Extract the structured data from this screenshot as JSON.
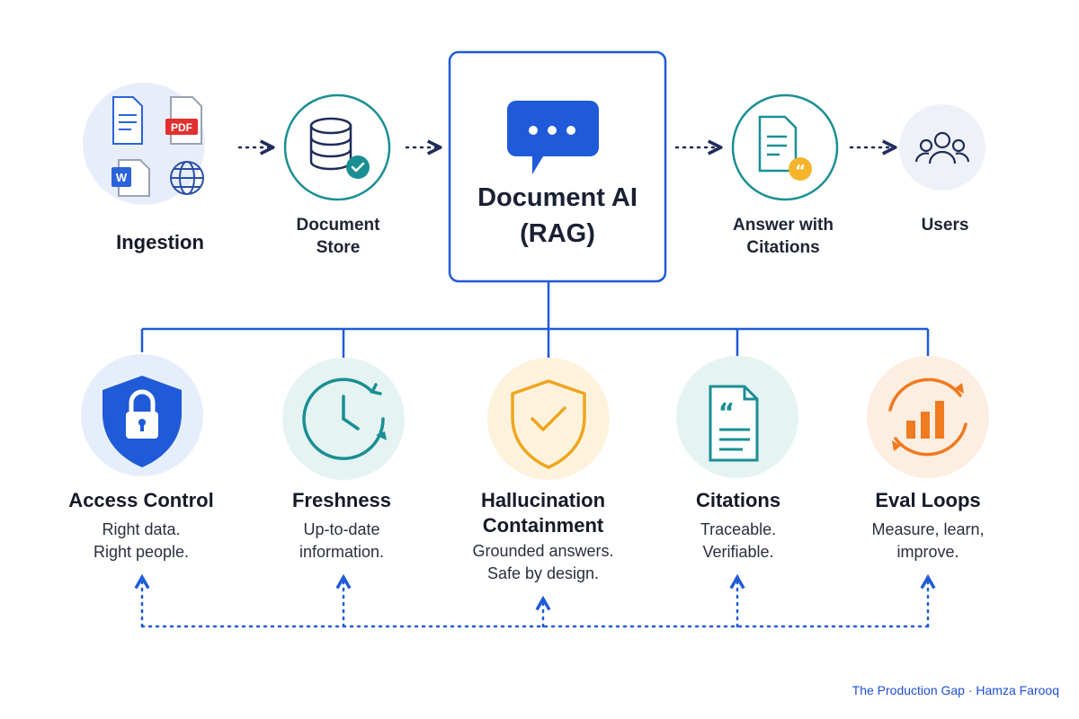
{
  "pipeline": {
    "ingestion": {
      "label": "Ingestion",
      "pdf_badge": "PDF",
      "word_badge": "W"
    },
    "document_store": {
      "label_line1": "Document",
      "label_line2": "Store"
    },
    "core": {
      "title_line1": "Document AI",
      "title_line2": "(RAG)"
    },
    "answer": {
      "label_line1": "Answer with",
      "label_line2": "Citations"
    },
    "users": {
      "label": "Users"
    }
  },
  "pillars": [
    {
      "title": "Access Control",
      "line1": "Right data.",
      "line2": "Right people.",
      "icon": "shield-lock-icon"
    },
    {
      "title": "Freshness",
      "line1": "Up-to-date",
      "line2": "information.",
      "icon": "clock-refresh-icon"
    },
    {
      "title_line1": "Hallucination",
      "title_line2": "Containment",
      "line1": "Grounded answers.",
      "line2": "Safe by design.",
      "icon": "shield-check-icon"
    },
    {
      "title": "Citations",
      "line1": "Traceable.",
      "line2": "Verifiable.",
      "icon": "quote-document-icon"
    },
    {
      "title": "Eval Loops",
      "line1": "Measure, learn,",
      "line2": "improve.",
      "icon": "chart-loop-icon"
    }
  ],
  "footer": {
    "text": "The Production Gap · Hamza Farooq"
  },
  "colors": {
    "primary_blue": "#1f5bd8",
    "teal": "#1a8f93",
    "navy": "#1f2d5a",
    "amber": "#f0a51f",
    "orange": "#f07a1f"
  }
}
